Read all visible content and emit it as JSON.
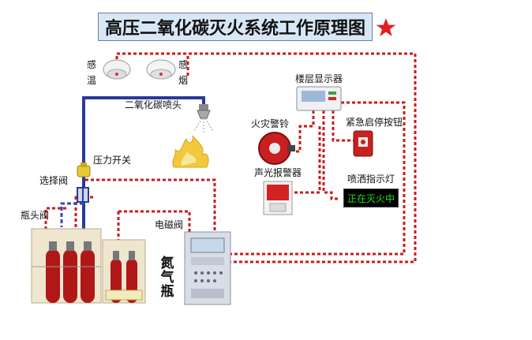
{
  "title": "高压二氧化碳灭火系统工作原理图",
  "labels": {
    "temp_sensor_1": "感",
    "temp_sensor_2": "温",
    "smoke_sensor_1": "感",
    "smoke_sensor_2": "烟",
    "co2_nozzle": "二氧化碳喷头",
    "pressure_switch": "压力开关",
    "selector_valve": "选择阀",
    "bottle_valve": "瓶头阀",
    "solenoid_valve": "电磁阀",
    "nitrogen_1": "氮",
    "nitrogen_2": "气",
    "nitrogen_3": "瓶",
    "floor_display": "楼层显示器",
    "fire_bell": "火灾警铃",
    "emergency_button": "紧急启停按钮",
    "alarm": "声光报警器",
    "sprinkler_light": "喷洒指示灯",
    "sprinkler_status": "正在灭火中"
  },
  "colors": {
    "signal_line": "#cc1a1a",
    "pipe_blue": "#2a3a9a",
    "cylinder_red": "#b01818",
    "star": "#e02020"
  }
}
